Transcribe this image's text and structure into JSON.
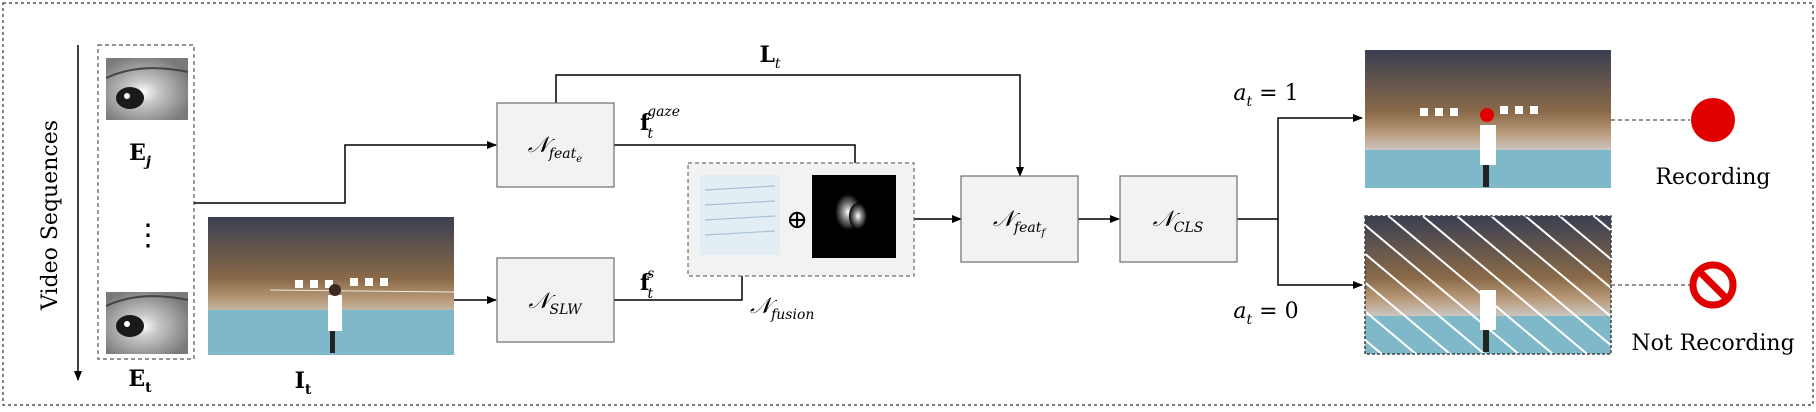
{
  "diagram": {
    "side_label": "Video Sequences",
    "eye_frames": {
      "top_label": "E",
      "top_sub": "j",
      "ellipsis": "⋮",
      "bottom_label": "E",
      "bottom_sub": "t"
    },
    "scene_frame": {
      "label": "I",
      "sub": "t"
    },
    "nodes": {
      "feat_e": {
        "name": "𝒩",
        "sub": "feat",
        "subsub": "e"
      },
      "slw": {
        "name": "𝒩",
        "sub": "SLW"
      },
      "fusion": {
        "name": "𝒩",
        "sub": "fusion"
      },
      "feat_f": {
        "name": "𝒩",
        "sub": "feat",
        "subsub": "f"
      },
      "cls": {
        "name": "𝒩",
        "sub": "CLS"
      }
    },
    "edge_labels": {
      "L": {
        "main": "L",
        "sub": "t"
      },
      "f_gaze": {
        "main": "f",
        "sub": "t",
        "sup": "gaze"
      },
      "f_s": {
        "main": "f",
        "sub": "t",
        "sup": "s"
      },
      "oplus": "⊕"
    },
    "outputs": {
      "a1": "a",
      "a1_sub": "t",
      "a1_value": " = 1",
      "a0": "a",
      "a0_sub": "t",
      "a0_value": " = 0",
      "recording": "Recording",
      "not_recording": "Not Recording"
    },
    "colors": {
      "node_fill": "#f2f2f2",
      "record_red": "#e00000",
      "court_floor": "#7fb8c8",
      "heatmap_bg": "#000000"
    }
  }
}
